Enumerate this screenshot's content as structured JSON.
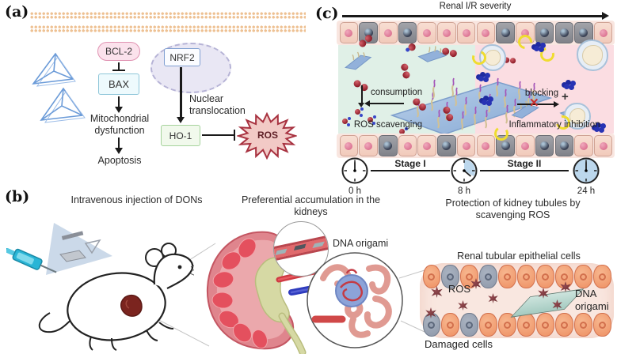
{
  "figure": {
    "panel_a_tag": "(a)",
    "panel_b_tag": "(b)",
    "panel_c_tag": "(c)"
  },
  "panel_a": {
    "bcl2": "BCL-2",
    "bax": "BAX",
    "nrf2": "NRF2",
    "ho1": "HO-1",
    "ros": "ROS",
    "mitochondrial_dysfunction": "Mitochondrial dysfunction",
    "apoptosis": "Apoptosis",
    "nuclear_translocation": "Nuclear translocation"
  },
  "panel_b": {
    "caption_injection": "Intravenous injection of DONs",
    "caption_accumulation": "Preferential accumulation in the kidneys",
    "vessel_inset_label": "DNA origami",
    "tubule_title": "Renal tubular epithelial cells",
    "ros_label": "ROS",
    "origami_label": "DNA origami",
    "damaged_cells_label": "Damaged cells",
    "tubule_top_cells": [
      "h",
      "d",
      "h",
      "d",
      "h",
      "h",
      "h",
      "h",
      "h",
      "h"
    ],
    "tubule_bottom_cells": [
      "d",
      "h",
      "d",
      "h",
      "h",
      "h",
      "h",
      "h",
      "h",
      "h"
    ]
  },
  "panel_c": {
    "severity_label": "Renal I/R severity",
    "consumption": "consumption",
    "ros_scavenging": "ROS scavenging",
    "blocking": "blocking",
    "block_x": "✕",
    "plus": "+",
    "inflammatory_inhibition": "Inflammatory inhibition",
    "stage_1": "Stage I",
    "stage_2": "Stage II",
    "time_0": "0 h",
    "time_8": "8 h",
    "time_24": "24 h",
    "caption_protection": "Protection of kidney tubules by scavenging ROS",
    "top_cells": [
      "h",
      "d",
      "h",
      "d",
      "h",
      "h",
      "h",
      "h",
      "d",
      "h",
      "d",
      "d",
      "d",
      "h"
    ],
    "bottom_cells": [
      "h",
      "h",
      "d",
      "h",
      "h",
      "d",
      "h",
      "h",
      "d",
      "h",
      "d",
      "d",
      "h",
      "h"
    ]
  },
  "colors": {
    "membrane": "#eec193",
    "tetrahedron_blue": "#6b9bd8",
    "bcl2_fill": "#fbe2ec",
    "bcl2_border": "#e093b2",
    "bax_fill": "#eefafd",
    "bax_border": "#8fc6d9",
    "nucleus_fill": "#e9e7f4",
    "nucleus_border": "#b6b3d6",
    "nrf2_border": "#7f9fd1",
    "ho1_fill": "#f1f9ec",
    "ho1_border": "#a5d39c",
    "ros_fill": "#f2cac6",
    "ros_border": "#a83240",
    "scavenging_bg": "#e0f0e7",
    "inflammation_bg": "#fbdde2",
    "origami_sheet": "#9ab8de",
    "healthy_cell": "#f6d8cc",
    "damaged_cell": "#8f9096",
    "tubule_cell": "#f3a47e",
    "tubule_damaged": "#9aa4b4",
    "ros_molecule": "#8e1d29",
    "clock_blue": "#bcd7ec"
  }
}
